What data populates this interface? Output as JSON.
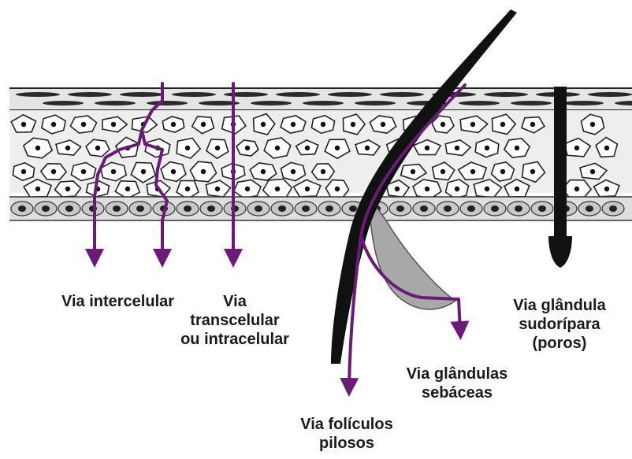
{
  "labels": {
    "intercelular": [
      "Via intercelular"
    ],
    "transcelular": [
      "Via",
      "transcelular",
      "ou intracelular"
    ],
    "foliculos": [
      "Via folículos",
      "pilosos"
    ],
    "sebaceas": [
      "Via glândulas",
      "sebáceas"
    ],
    "sudoripara": [
      "Via glândula",
      "sudorípara",
      "(poros)"
    ]
  },
  "colors": {
    "route": "#6a1b78",
    "hair": "#111111",
    "gland": "#a8a8a8",
    "cell_layer": "#e2e2e2",
    "cell_outline": "#222222",
    "label_text": "#1a1a1a"
  },
  "icons": {
    "route_arrow": "arrowhead",
    "hair": "hair-shaft",
    "gland": "sebaceous-gland",
    "sweat_duct": "sweat-duct"
  }
}
